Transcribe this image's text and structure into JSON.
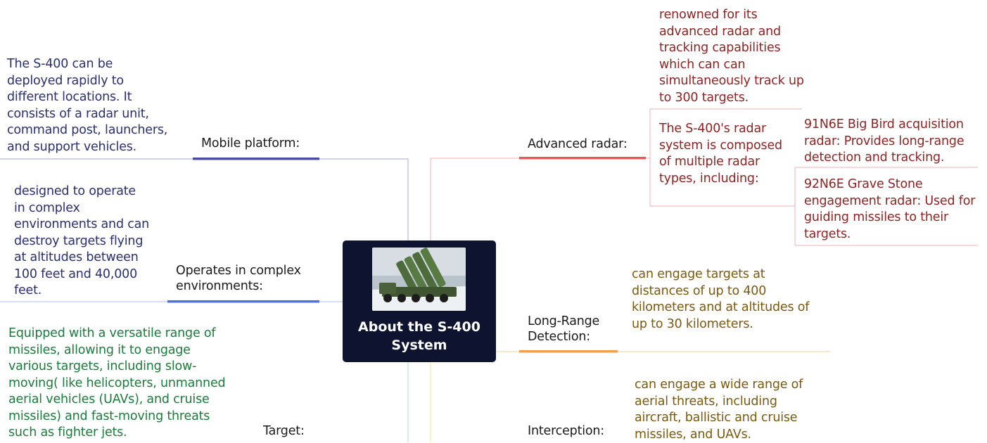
{
  "central": {
    "title_line1": "About the S-400",
    "title_line2": "System"
  },
  "left": {
    "mobile": {
      "label": "Mobile platform:",
      "note": [
        "The S-400 can be",
        "deployed rapidly to",
        "different locations. It",
        "consists of a radar unit,",
        "command post, launchers,",
        "and support vehicles."
      ]
    },
    "complex": {
      "label": [
        "Operates in complex",
        "environments:"
      ],
      "note": [
        "designed to operate",
        "in complex",
        "environments and can",
        "destroy targets flying",
        "at altitudes between",
        "100 feet and 40,000",
        "feet."
      ]
    },
    "target": {
      "label": "Target:",
      "note": [
        "Equipped with a versatile range of",
        "missiles, allowing it to engage",
        "various targets, including slow-",
        "moving( like helicopters, unmanned",
        "aerial vehicles (UAVs), and cruise",
        "missiles) and fast-moving threats",
        "such as fighter jets."
      ]
    }
  },
  "right": {
    "radar": {
      "label": "Advanced radar:",
      "note": [
        "renowned for its",
        "advanced radar and",
        "tracking capabilities",
        "which can can",
        "simultaneously track up",
        "to 300 targets."
      ],
      "composed": [
        "The S-400's radar",
        "system is composed",
        "of multiple radar",
        "types, including:"
      ],
      "big_bird": [
        "91N6E Big Bird acquisition",
        "radar: Provides long-range",
        "detection and tracking."
      ],
      "grave_stone": [
        "92N6E Grave Stone",
        "engagement radar: Used for",
        "guiding missiles to their",
        "targets."
      ]
    },
    "long_range": {
      "label": [
        "Long-Range",
        "Detection:"
      ],
      "note": [
        "can engage targets at",
        "distances of up to 400",
        "kilometers and at altitudes of",
        "up to 30 kilometers."
      ]
    },
    "interception": {
      "label": "Interception:",
      "note": [
        "can engage a wide range of",
        "aerial threats, including",
        "aircraft, ballistic and cruise",
        "missiles, and UAVs."
      ]
    }
  },
  "colors": {
    "mobile": "#4b4ba8",
    "complex": "#4a74e0",
    "target": "#6fcfa9",
    "radar": "#e85858",
    "long_range": "#f0a04a",
    "interception": "#f2d84a",
    "central_bg": "#0e1330"
  }
}
